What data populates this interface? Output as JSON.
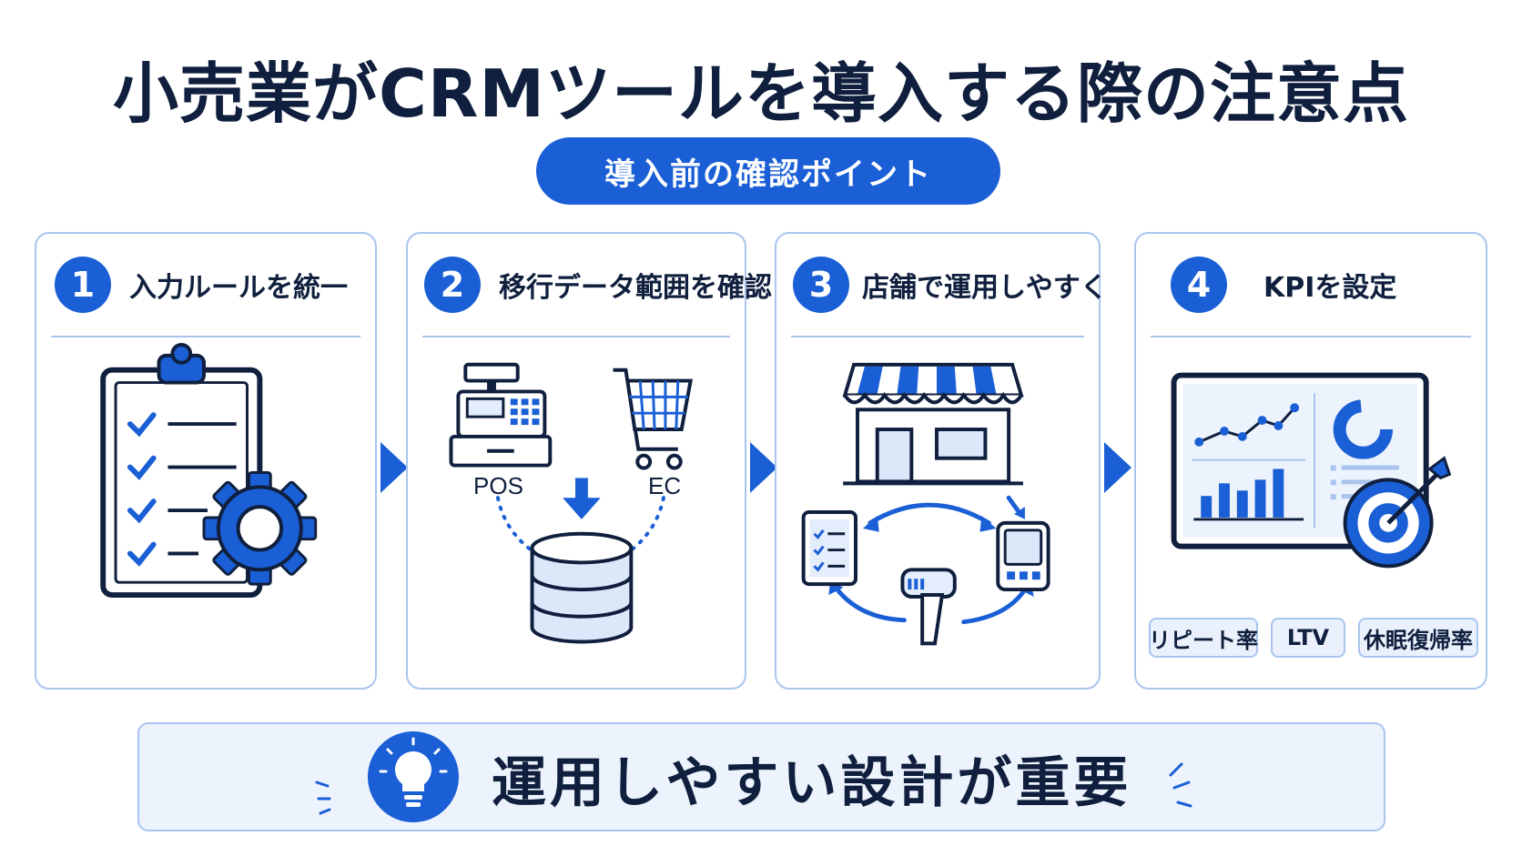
{
  "title": "小売業がCRMツールを導入する際の注意点",
  "subtitle": "導入前の確認ポイント",
  "steps": [
    {
      "number": "1",
      "title": "入力ルールを統一"
    },
    {
      "number": "2",
      "title": "移行データ範囲を確認",
      "labels": [
        "POS",
        "EC"
      ]
    },
    {
      "number": "3",
      "title": "店舗で運用しやすく"
    },
    {
      "number": "4",
      "title": "KPIを設定",
      "kpis": [
        "リピート率",
        "LTV",
        "休眠復帰率"
      ]
    }
  ],
  "conclusion": "運用しやすい設計が重要",
  "colors": {
    "primary": "#1a5fd6",
    "navy": "#0f1f3d",
    "border": "#a9c4ee",
    "light": "#edf3fc"
  }
}
